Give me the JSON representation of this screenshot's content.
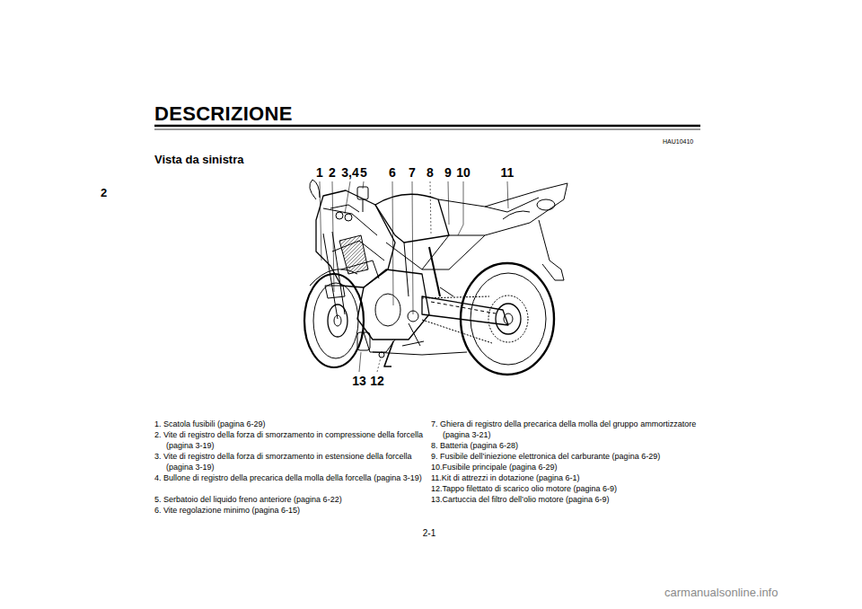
{
  "diagram": {
    "title": "DESCRIZIONE",
    "labels": [
      "2",
      "HAU10410",
      "Vista da sinistra",
      "1",
      "2",
      "3,4",
      "5",
      "6",
      "7",
      "8",
      "9",
      "10",
      "11",
      "13",
      "12",
      "1. Scatola fusibili (pagina 6-29)",
      "2. Vite di registro della forza di smorzamento in compressione della forcella (pagina 3-19)",
      "3. Vite di registro della forza di smorzamento in estensione della forcella (pagina 3-19)",
      "4. Bullone di registro della precarica della molla della forcella (pagina 3-19)",
      "5. Serbatoio del liquido freno anteriore (pagina 6-22)",
      "6. Vite regolazione minimo (pagina 6-15)",
      "7. Ghiera di registro della precarica della molla del gruppo ammortizzatore (pagina 3-21)",
      "8. Batteria (pagina 6-28)",
      "9. Fusibile dell’iniezione elettronica del carburante (pagina 6-29)",
      "10.Fusibile principale (pagina 6-29)",
      "11.Kit di attrezzi in dotazione (pagina 6-1)",
      "12.Tappo filettato di scarico olio motore (pagina 6-9)",
      "13.Cartuccia del filtro dell’olio motore (pagina 6-9)",
      "2-1",
      "carmanualsonline.info"
    ]
  }
}
